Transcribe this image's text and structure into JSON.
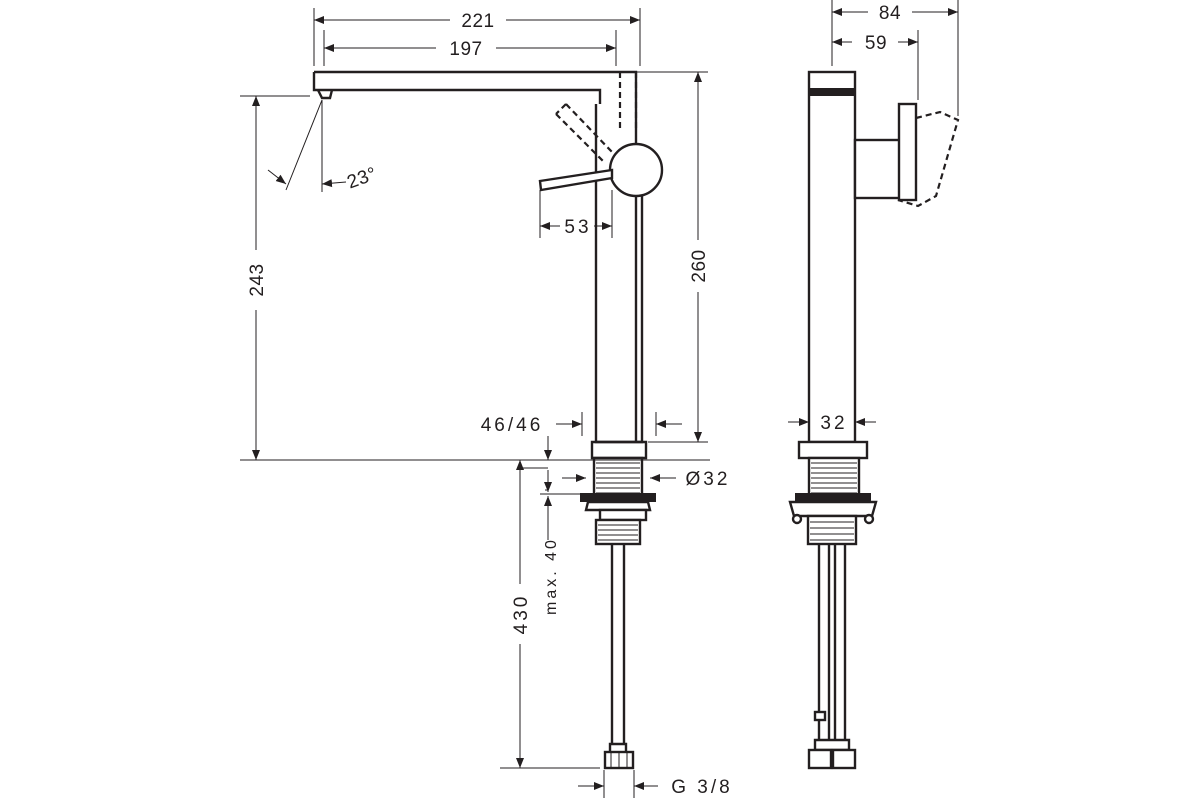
{
  "dimensions": {
    "overall_reach": "221",
    "spout_reach": "197",
    "spout_angle": "23°",
    "lever_length": "53",
    "spout_height": "243",
    "total_height": "260",
    "base_width": "46/46",
    "thread_diameter": "Ø32",
    "max_counter_thickness": "max. 40",
    "hose_length": "430",
    "hose_connection": "G 3/8",
    "side_depth_total": "84",
    "side_depth_body": "59",
    "side_body_width": "32"
  }
}
